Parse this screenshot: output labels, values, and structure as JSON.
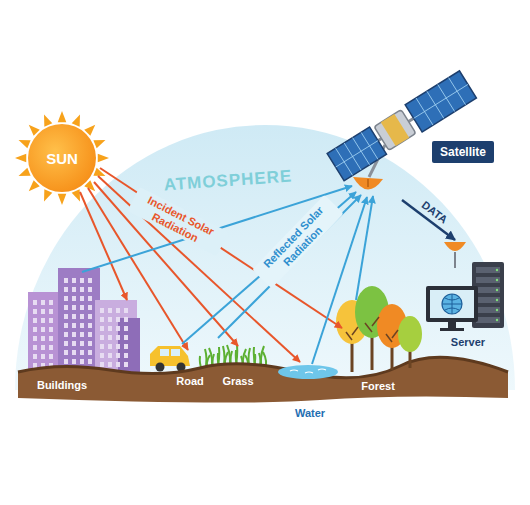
{
  "diagram": {
    "nodes": [
      {
        "text": [
          "SUN"
        ]
      },
      {
        "text": [
          "Satellite"
        ]
      },
      {
        "text": [
          "Server"
        ]
      }
    ],
    "edges": [
      {
        "from": 1,
        "to": 2,
        "arrow": "to",
        "label": "DATA"
      }
    ],
    "labels": [
      "ATMOSPHERE",
      "Incident Solar Radiation",
      "Reflected Solar Radiation",
      "Buildings",
      "Road",
      "Grass",
      "Water",
      "Forest"
    ]
  }
}
